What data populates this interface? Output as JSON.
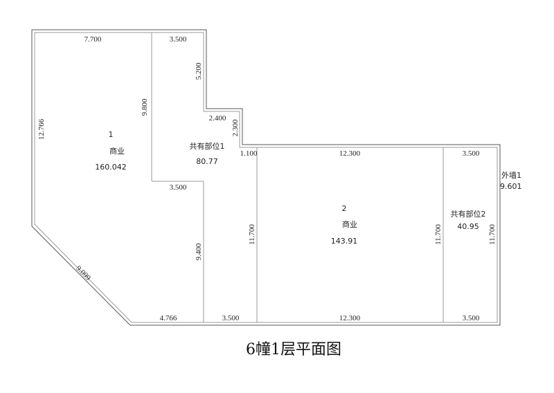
{
  "title": "6幢1层平面图",
  "dimensions": {
    "top_left": "7.700",
    "top_mid": "3.500",
    "notch_vertical": "5.200",
    "notch_step": "2.400",
    "step_vertical": "2.300",
    "step_horizontal": "1.100",
    "top_right_main": "12.300",
    "top_right_end": "3.500",
    "left_outer": "12.766",
    "inner_vertical": "9.800",
    "inner_horizontal": "3.500",
    "lower_vertical": "9.400",
    "diagonal": "9.099",
    "bottom_a": "4.766",
    "bottom_b": "3.500",
    "bottom_c": "12.300",
    "bottom_d": "3.500",
    "room2_left": "11.700",
    "room2_right": "11.700",
    "right_outer": "11.700"
  },
  "rooms": {
    "commercial_1": {
      "number": "1",
      "usage": "商业",
      "area": "160.042"
    },
    "shared_1": {
      "name": "共有部位1",
      "area": "80.77"
    },
    "commercial_2": {
      "number": "2",
      "usage": "商业",
      "area": "143.91"
    },
    "shared_2": {
      "name": "共有部位2",
      "area": "40.95"
    },
    "outer_wall": {
      "name": "外墙1",
      "area": "9.601"
    }
  }
}
